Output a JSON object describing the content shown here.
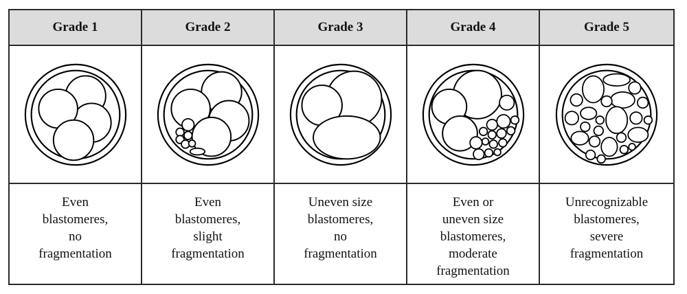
{
  "grades": [
    {
      "header": "Grade 1",
      "lines": [
        "Even",
        "blastomeres,",
        "no",
        "fragmentation"
      ]
    },
    {
      "header": "Grade 2",
      "lines": [
        "Even",
        "blastomeres,",
        "slight",
        "fragmentation"
      ]
    },
    {
      "header": "Grade 3",
      "lines": [
        "Uneven size",
        "blastomeres,",
        "no",
        "fragmentation"
      ]
    },
    {
      "header": "Grade 4",
      "lines": [
        "Even or",
        "uneven size",
        "blastomeres,",
        "moderate",
        "fragmentation"
      ]
    },
    {
      "header": "Grade 5",
      "lines": [
        "Unrecognizable",
        "blastomeres,",
        "severe",
        "fragmentation"
      ]
    }
  ]
}
